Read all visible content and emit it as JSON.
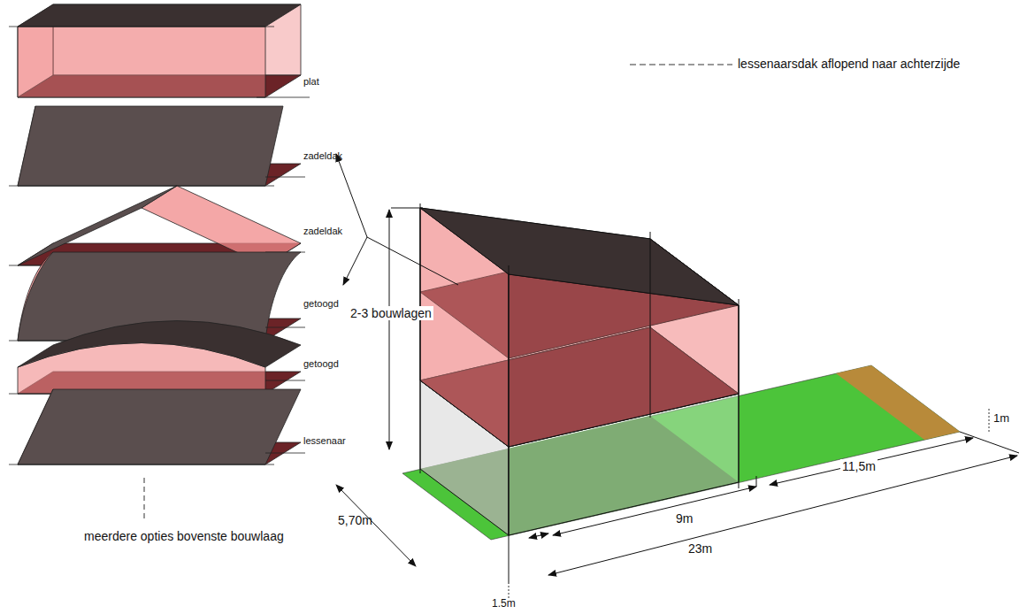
{
  "diagram": {
    "labels": [
      "plat",
      "zadeldak",
      "zadeldak",
      "getoogd",
      "getoogd",
      "lessenaar",
      "meerdere opties bovenste bouwlaag",
      "lessenaarsdak aflopend naar achterzijde",
      "2-3 bouwlagen",
      "5,70m",
      "9m",
      "23m",
      "11,5m",
      "1m",
      "1.5m"
    ]
  }
}
